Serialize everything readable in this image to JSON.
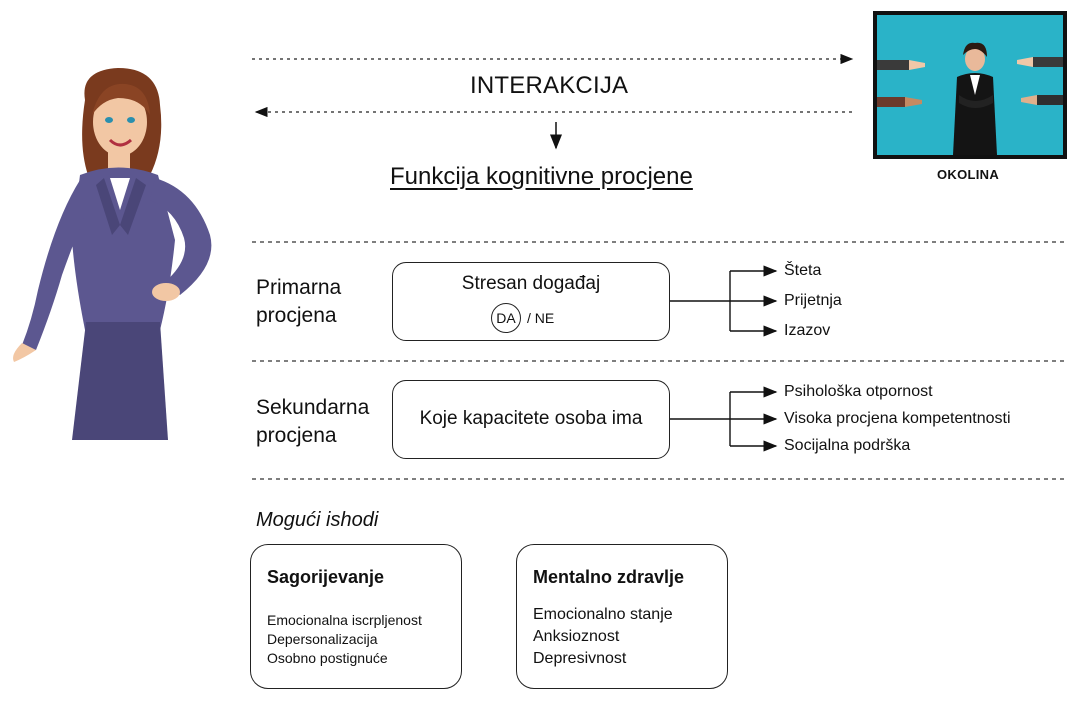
{
  "interakcija": "INTERAKCIJA",
  "funkcija": "Funkcija kognitivne procjene",
  "okolina": "OKOLINA",
  "primary": {
    "label_line1": "Primarna",
    "label_line2": "procjena",
    "box_text": "Stresan događaj",
    "choice_da": "DA",
    "choice_ne": "/ NE",
    "outcomes": [
      "Šteta",
      "Prijetnja",
      "Izazov"
    ]
  },
  "secondary": {
    "label_line1": "Sekundarna",
    "label_line2": "procjena",
    "box_text": "Koje kapacitete osoba ima",
    "outcomes": [
      "Psihološka otpornost",
      "Visoka procjena kompetentnosti",
      "Socijalna podrška"
    ]
  },
  "ishodi_label": "Mogući ishodi",
  "outcome_boxes": [
    {
      "title": "Sagorijevanje",
      "items": [
        "Emocionalna iscrpljenost",
        "Depersonalizacija",
        "Osobno postignuće"
      ]
    },
    {
      "title": "Mentalno zdravlje",
      "items": [
        "Emocionalno stanje",
        "Anksioznost",
        "Depresivnost"
      ]
    }
  ],
  "colors": {
    "environment_bg": "#2ab3c8",
    "suit": "#5c5790",
    "hair": "#7a3a1e",
    "skin": "#f2c7a4"
  }
}
